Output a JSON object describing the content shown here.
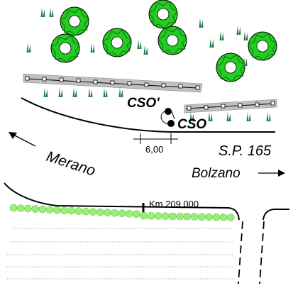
{
  "labels": {
    "direction_left": "Merano",
    "direction_right": "Bolzano",
    "road_name": "S.P. 165",
    "point_a": "CSO'",
    "point_b": "CSO",
    "distance": "6,00",
    "kilometer": "Km 209,000"
  },
  "colors": {
    "tree_fill": "#22cc22",
    "shrub_fill": "#1f7a4a",
    "guardrail_band": "#c0c0c0",
    "hedge": "#99ee77",
    "road_line": "#000000"
  },
  "icons": {
    "tree": "tree-crown-icon",
    "shrub": "shrub-tuft-icon",
    "arrow_left": "arrow-left-icon",
    "arrow_right": "arrow-right-icon"
  }
}
